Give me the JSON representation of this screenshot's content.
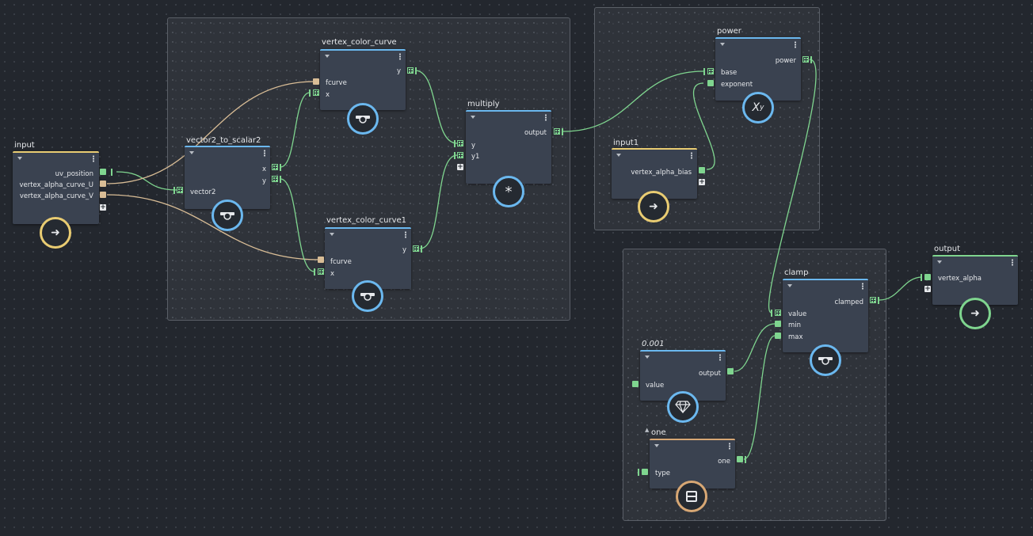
{
  "graph": {
    "nodes": {
      "input": {
        "title": "input",
        "outputs": [
          "uv_position",
          "vertex_alpha_curve_U",
          "vertex_alpha_curve_V"
        ]
      },
      "vector2_to_scalar2": {
        "title": "vector2_to_scalar2",
        "input": "vector2",
        "outputs": [
          "x",
          "y"
        ]
      },
      "vertex_color_curve": {
        "title": "vertex_color_curve",
        "output": "y",
        "inputs": [
          "fcurve",
          "x"
        ]
      },
      "vertex_color_curve1": {
        "title": "vertex_color_curve1",
        "output": "y",
        "inputs": [
          "fcurve",
          "x"
        ]
      },
      "multiply": {
        "title": "multiply",
        "output": "output",
        "inputs": [
          "y",
          "y1"
        ],
        "symbol": "*"
      },
      "power": {
        "title": "power",
        "output": "power",
        "inputs": [
          "base",
          "exponent"
        ],
        "symbol": "X",
        "symbol_sup": "y"
      },
      "input1": {
        "title": "input1",
        "output": "vertex_alpha_bias"
      },
      "clamp": {
        "title": "clamp",
        "output": "clamped",
        "inputs": [
          "value",
          "min",
          "max"
        ]
      },
      "const": {
        "title": "0.001",
        "output": "output",
        "input": "value"
      },
      "one": {
        "title": "one",
        "output": "one",
        "input": "type"
      },
      "output": {
        "title": "output",
        "input": "vertex_alpha"
      }
    }
  },
  "icons": {
    "blue": "#6bb8ef",
    "yellow": "#e9cc72",
    "green": "#7fd58f",
    "orange": "#d7a774"
  }
}
